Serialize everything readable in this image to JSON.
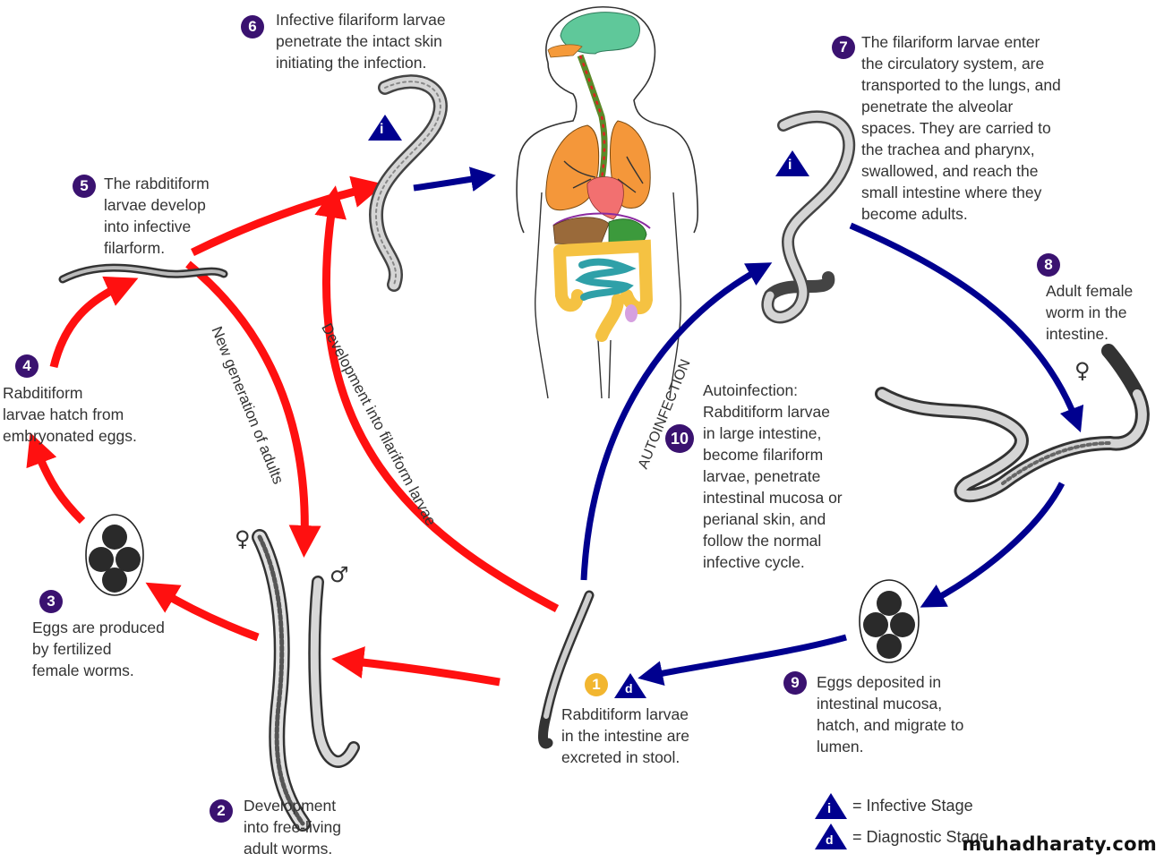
{
  "diagram": {
    "title": "Strongyloides stercoralis life cycle",
    "colors": {
      "free_living_arrow": "#ff1010",
      "parasitic_arrow": "#00008f",
      "step_badge": "#3a1270",
      "start_badge": "#f2b630",
      "stage_triangle": "#00008f"
    },
    "steps": [
      {
        "number": "1",
        "text": "Rabditiform larvae\nin the intestine are\nexcreted in stool.",
        "marker": "d"
      },
      {
        "number": "2",
        "text": "Development\ninto free-living\nadult worms."
      },
      {
        "number": "3",
        "text": "Eggs are produced\nby fertilized\nfemale worms."
      },
      {
        "number": "4",
        "text": "Rabditiform\nlarvae hatch from\nembryonated eggs."
      },
      {
        "number": "5",
        "text": "The rabditiform\nlarvae develop\ninto infective\nfilarform."
      },
      {
        "number": "6",
        "text": "Infective filariform larvae\npenetrate the intact skin\ninitiating the infection.",
        "marker": "i"
      },
      {
        "number": "7",
        "text": "The filariform larvae enter\nthe circulatory system, are\ntransported to the lungs, and\npenetrate the alveolar\nspaces.  They are carried to\nthe trachea and pharynx,\nswallowed, and reach the\nsmall intestine where they\nbecome adults.",
        "marker": "i"
      },
      {
        "number": "8",
        "text": "Adult female\nworm in the\nintestine."
      },
      {
        "number": "9",
        "text": "Eggs deposited in\nintestinal mucosa,\nhatch, and migrate to\nlumen."
      },
      {
        "number": "10",
        "text": "Autoinfection:\nRabditiform larvae\nin large intestine,\nbecome filariform\nlarvae, penetrate\nintestinal mucosa or\nperianal skin, and\nfollow the normal\ninfective cycle."
      }
    ],
    "arrow_labels": {
      "new_generation": "New generation of adults",
      "development_filariform": "Development into filariform larvae",
      "autoinfection": "AUTOINFECTION"
    },
    "symbols": {
      "female": "♀",
      "male": "♂"
    },
    "stage_markers": {
      "infective": "i",
      "diagnostic": "d"
    },
    "legend": [
      {
        "marker": "i",
        "label": "= Infective Stage"
      },
      {
        "marker": "d",
        "label": "= Diagnostic Stage"
      }
    ]
  },
  "watermark": "muhadharaty.com"
}
